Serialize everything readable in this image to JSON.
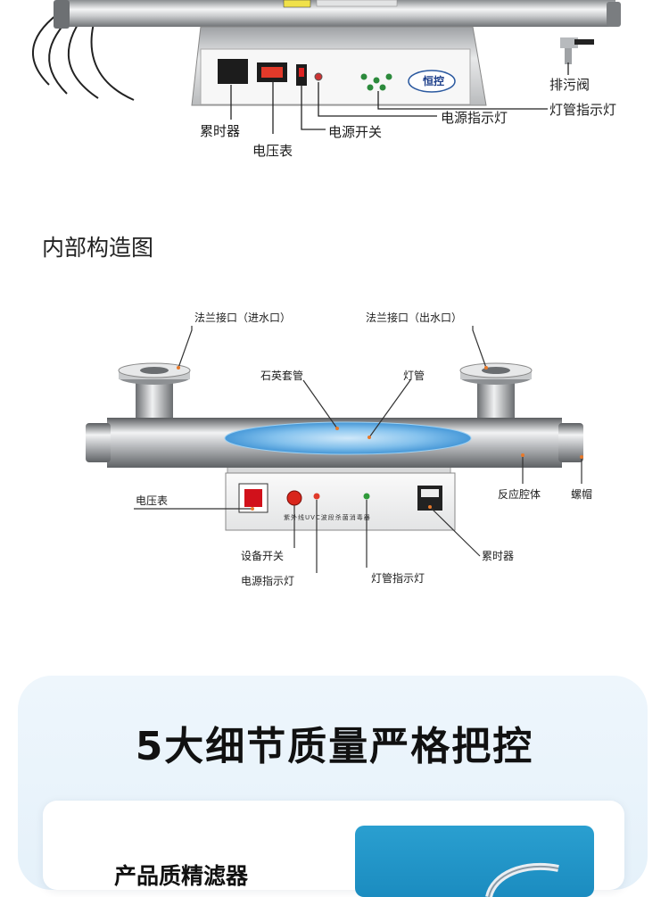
{
  "top_labels": {
    "accumulator": "累时器",
    "voltmeter": "电压表",
    "power_switch": "电源开关",
    "power_indicator": "电源指示灯",
    "drain_valve": "排污阀",
    "lamp_indicator": "灯管指示灯",
    "brand_badge": "恒控"
  },
  "section_heading": "内部构造图",
  "diagram_labels": {
    "flange_in": "法兰接口（进水口）",
    "flange_out": "法兰接口（出水口）",
    "quartz_sleeve": "石英套管",
    "lamp": "灯管",
    "reactor": "反应腔体",
    "nut_cap": "螺帽",
    "voltmeter": "电压表",
    "device_switch": "设备开关",
    "power_indicator": "电源指示灯",
    "lamp_indicator": "灯管指示灯",
    "accumulator": "累时器",
    "panel_text": "紫外线UVC波段杀菌消毒器"
  },
  "bottom": {
    "title": "5大细节质量严格把控",
    "subtitle": "产品质精滤器"
  },
  "colors": {
    "accent_blue": "#1b8cc0",
    "card_bg": "#e9f3fb",
    "leader_line": "#333333"
  }
}
